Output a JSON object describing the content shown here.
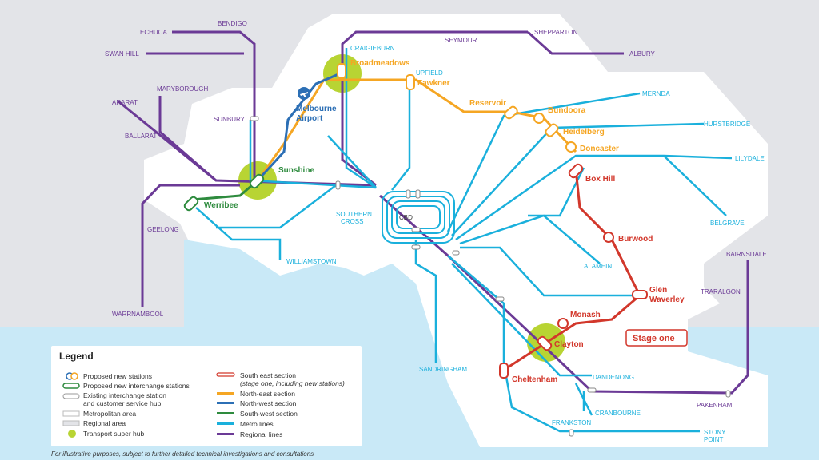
{
  "stations": {
    "bendigo": "BENDIGO",
    "echuca": "ECHUCA",
    "swan_hill": "SWAN HILL",
    "maryborough": "MARYBOROUGH",
    "ararat": "ARARAT",
    "ballarat": "BALLARAT",
    "sunbury": "SUNBURY",
    "geelong": "GEELONG",
    "warrnambool": "WARRNAMBOOL",
    "craigieburn": "CRAIGIEBURN",
    "seymour": "SEYMOUR",
    "shepparton": "SHEPPARTON",
    "albury": "ALBURY",
    "upfield": "UPFIELD",
    "mernda": "MERNDA",
    "hurstbridge": "HURSTBRIDGE",
    "lilydale": "LILYDALE",
    "belgrave": "BELGRAVE",
    "alamein": "ALAMEIN",
    "southern_cross_1": "SOUTHERN",
    "southern_cross_2": "CROSS",
    "cbd": "CBD",
    "williamstown": "WILLIAMSTOWN",
    "sandringham": "SANDRINGHAM",
    "dandenong": "DANDENONG",
    "cranbourne": "CRANBOURNE",
    "frankston": "FRANKSTON",
    "stony_point_1": "STONY",
    "stony_point_2": "POINT",
    "pakenham": "PAKENHAM",
    "traralgon": "TRARALGON",
    "bairnsdale": "BAIRNSDALE"
  },
  "key_stations": {
    "broadmeadows": "Broadmeadows",
    "fawkner": "Fawkner",
    "reservoir": "Reservoir",
    "bundoora": "Bundoora",
    "heidelberg": "Heidelberg",
    "doncaster": "Doncaster",
    "melbourne_airport_1": "Melbourne",
    "melbourne_airport_2": "Airport",
    "sunshine": "Sunshine",
    "werribee": "Werribee",
    "box_hill": "Box Hill",
    "burwood": "Burwood",
    "glen_waverley_1": "Glen",
    "glen_waverley_2": "Waverley",
    "monash": "Monash",
    "clayton": "Clayton",
    "cheltenham": "Cheltenham"
  },
  "stage_badge": "Stage one",
  "legend": {
    "title": "Legend",
    "proposed_new_stations": "Proposed new stations",
    "proposed_interchange": "Proposed new interchange stations",
    "existing_interchange_1": "Existing interchange station",
    "existing_interchange_2": "and customer service hub",
    "metropolitan_area": "Metropolitan area",
    "regional_area": "Regional area",
    "super_hub": "Transport super hub",
    "south_east": "South east section",
    "south_east_note": "(stage one, including new stations)",
    "north_east": "North-east section",
    "north_west": "North-west section",
    "south_west": "South-west section",
    "metro_lines": "Metro lines",
    "regional_lines": "Regional lines"
  },
  "footnote": "For illustrative purposes, subject to further detailed technical investigations and consultations",
  "colors": {
    "regional": "#6b3a96",
    "metro": "#1ab0dc",
    "south_east": "#d2372b",
    "north_east": "#f5a623",
    "north_west": "#2c6fb5",
    "south_west": "#2e8b3e",
    "super_hub": "#b8d433",
    "water": "#c9e9f7",
    "metro_area": "#ffffff",
    "regional_area": "#e3e4e8"
  }
}
